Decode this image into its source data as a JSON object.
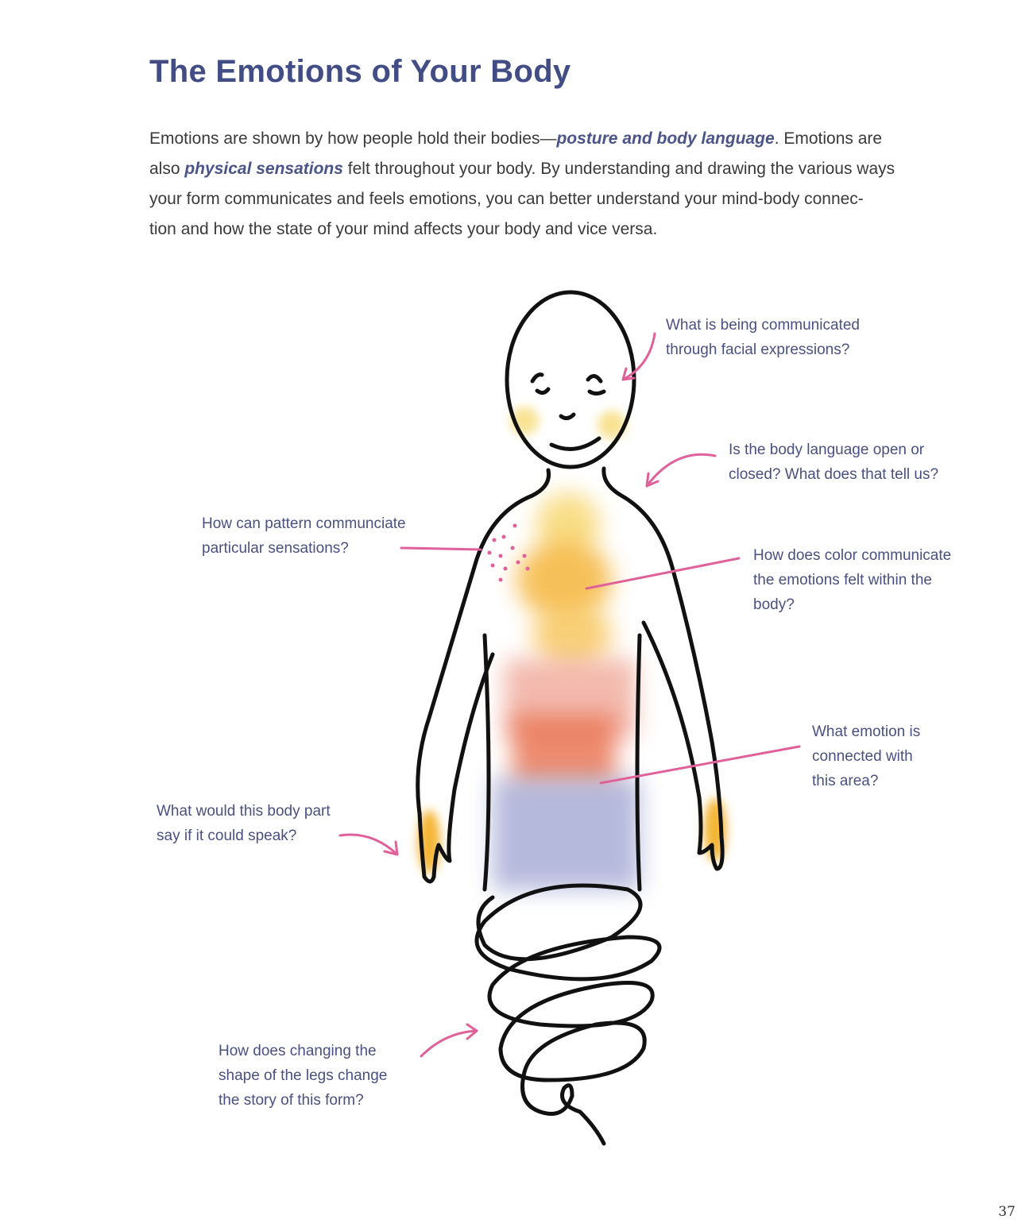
{
  "title": "The Emotions of Your Body",
  "intro": {
    "l1a": "Emotions are shown by how people hold their bodies—",
    "l1b": "posture and body language",
    "l1c": ". Emotions are",
    "l2a": "also ",
    "l2b": "physical sensations",
    "l2c": " felt throughout your body. By understanding and drawing the various ways",
    "l3": "your form communicates and feels emotions, you can better understand your mind-body connec-",
    "l4": "tion and how the state of your mind affects your body and vice versa."
  },
  "annotations": {
    "face": [
      "What is being communicated",
      "through facial expressions?"
    ],
    "body_language": [
      "Is the body language open or",
      "closed? What does that tell us?"
    ],
    "pattern": [
      "How can pattern communciate",
      "particular sensations?"
    ],
    "color": [
      "How does color communicate",
      "the emotions felt within the",
      "body?"
    ],
    "emotion_area": [
      "What emotion is",
      "connected with",
      "this area?"
    ],
    "body_part": [
      "What would this body part",
      "say if it could speak?"
    ],
    "legs": [
      "How does changing the",
      "shape of the legs change",
      "the story of this form?"
    ]
  },
  "colors": {
    "title": "#434d85",
    "arrow": "#e0609a",
    "note": "#4a5080"
  },
  "page_number": "37"
}
